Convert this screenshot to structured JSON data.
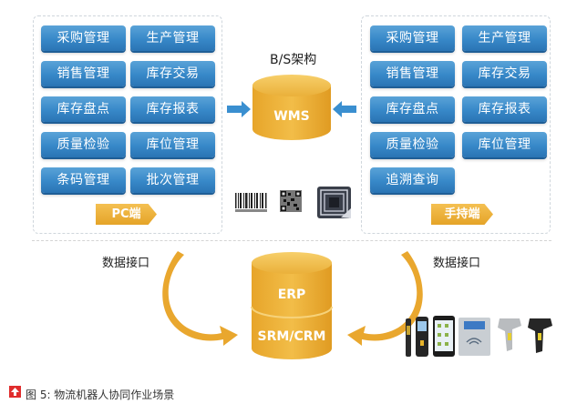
{
  "pc_panel": {
    "modules": [
      "采购管理",
      "生产管理",
      "销售管理",
      "库存交易",
      "库存盘点",
      "库存报表",
      "质量检验",
      "库位管理",
      "条码管理",
      "批次管理"
    ],
    "tag": "PC端"
  },
  "handheld_panel": {
    "modules": [
      "采购管理",
      "生产管理",
      "销售管理",
      "库存交易",
      "库存盘点",
      "库存报表",
      "质量检验",
      "库位管理",
      "追溯查询"
    ],
    "tag": "手持端"
  },
  "center": {
    "architecture_label": "B/S架构",
    "wms_label": "WMS",
    "media_icons": [
      "barcode-icon",
      "qr-code-icon",
      "rfid-tag-icon"
    ]
  },
  "bottom": {
    "left_interface_label": "数据接口",
    "right_interface_label": "数据接口",
    "erp_label": "ERP",
    "srm_crm_label": "SRM/CRM",
    "devices": [
      "handheld-pda-slim",
      "handheld-pda-keypad",
      "smartphone",
      "rfid-reader",
      "barcode-scanner-gray",
      "barcode-scanner-black"
    ]
  },
  "colors": {
    "module_blue": "#3788c8",
    "db_orange": "#e8a82c",
    "arrow_blue": "#3a8fd0",
    "caption_red": "#e02d2d"
  },
  "caption": {
    "text": "图 5: 物流机器人协同作业场景"
  }
}
